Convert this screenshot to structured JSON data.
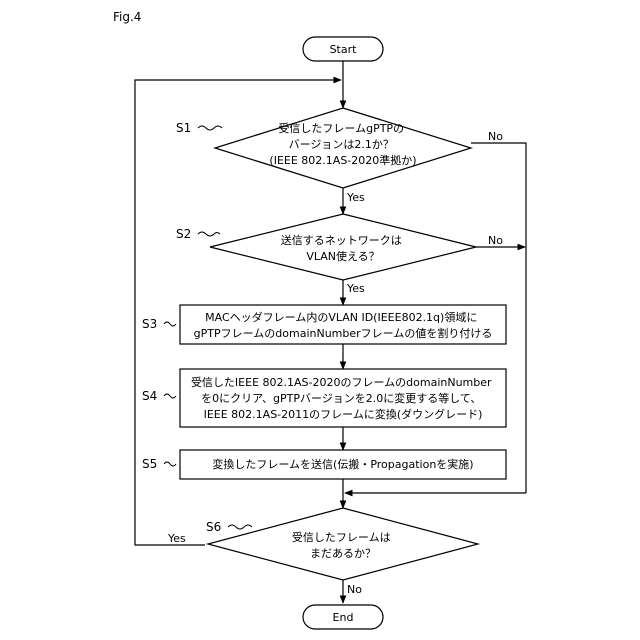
{
  "figure_label": "Fig.4",
  "start": "Start",
  "end": "End",
  "steps": {
    "s1": {
      "label": "S1",
      "lines": [
        "受信したフレームgPTPの",
        "バージョンは2.1か？",
        "(IEEE 802.1AS-2020準拠か)"
      ]
    },
    "s2": {
      "label": "S2",
      "lines": [
        "送信するネットワークは",
        "VLAN使える？"
      ]
    },
    "s3": {
      "label": "S3",
      "lines": [
        "MACヘッダフレーム内のVLAN  ID(IEEE802.1q)領域に",
        "gPTPフレームのdomainNumberフレームの値を割り付ける"
      ]
    },
    "s4": {
      "label": "S4",
      "lines": [
        "受信したIEEE 802.1AS-2020のフレームのdomainNumber",
        "を0にクリア、gPTPバージョンを2.0に変更する等して、",
        "IEEE 802.1AS-2011のフレームに変換(ダウングレード)"
      ]
    },
    "s5": {
      "label": "S5",
      "lines": [
        "変換したフレームを送信(伝搬・Propagationを実施)"
      ]
    },
    "s6": {
      "label": "S6",
      "lines": [
        "受信したフレームは",
        "まだあるか？"
      ]
    }
  },
  "edge_labels": {
    "s1_no": "No",
    "s1_yes": "Yes",
    "s2_no": "No",
    "s2_yes": "Yes",
    "s6_yes": "Yes",
    "s6_no": "No"
  }
}
